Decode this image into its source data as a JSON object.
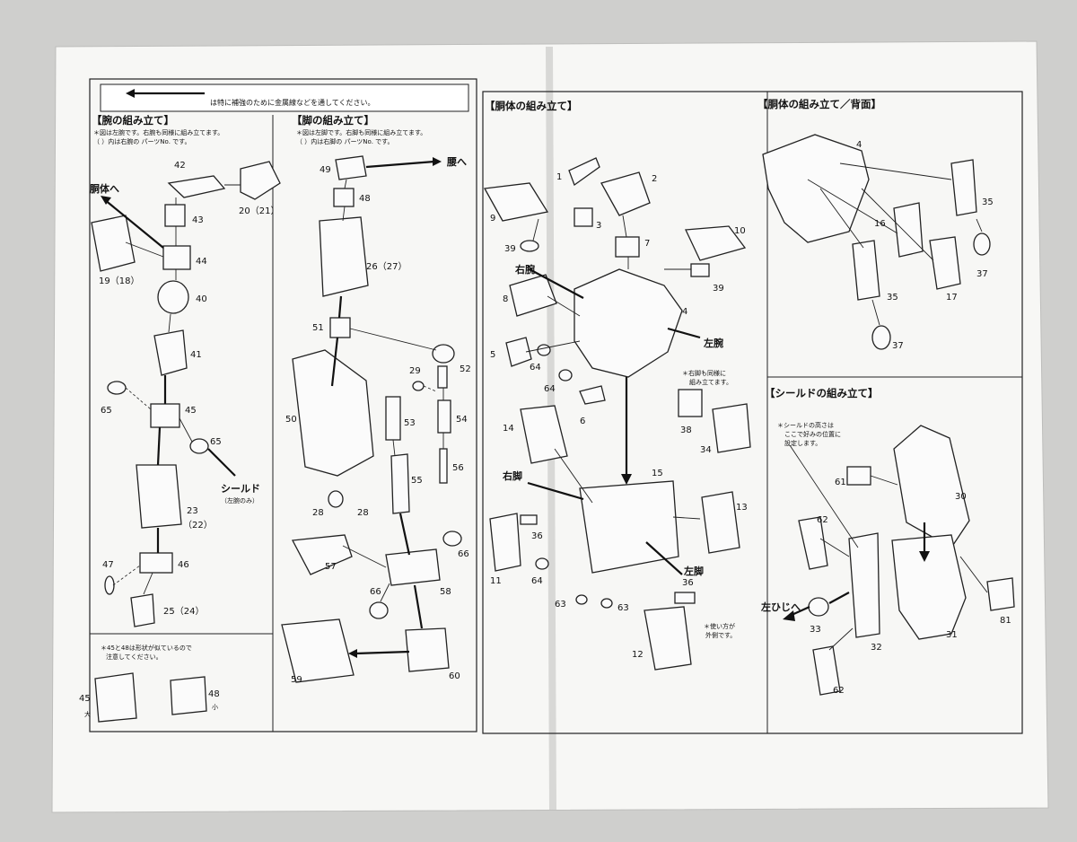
{
  "banner": "は特に補強のために金属線などを通してください。",
  "sections": {
    "arm": {
      "title": "【腕の組み立て】",
      "notes": [
        "＊図は左腕です。右腕も同様に組み立てます。",
        "（ ）内は右腕の パーツNo. です。"
      ],
      "labels": {
        "torso": "胴体へ",
        "shield": "シールド",
        "shield_sub": "（左腕のみ）"
      },
      "parts": {
        "p42": "42",
        "p43": "43",
        "p20": "20（21）",
        "p19": "19（18）",
        "p44": "44",
        "p40": "40",
        "p41": "41",
        "p65a": "65",
        "p45": "45",
        "p65b": "65",
        "p23": "23",
        "p22": "（22）",
        "p47": "47",
        "p46": "46",
        "p25": "25（24）"
      }
    },
    "caution": {
      "notes": [
        "＊45と48は形状が似ているので",
        "注意してください。"
      ],
      "items": [
        {
          "num": "45",
          "size": "大"
        },
        {
          "num": "48",
          "size": "小"
        }
      ]
    },
    "leg": {
      "title": "【脚の組み立て】",
      "notes": [
        "＊図は左脚です。右脚も同様に組み立てます。",
        "（ ）内は右脚の パーツNo. です。"
      ],
      "labels": {
        "waist": "腰へ"
      },
      "parts": {
        "p49": "49",
        "p48": "48",
        "p26": "26（27）",
        "p51": "51",
        "p52": "52",
        "p29": "29",
        "p50": "50",
        "p53": "53",
        "p54": "54",
        "p56": "56",
        "p55": "55",
        "p28a": "28",
        "p28b": "28",
        "p57": "57",
        "p66a": "66",
        "p66b": "66",
        "p58": "58",
        "p59": "59",
        "p60": "60"
      }
    },
    "torso": {
      "title": "【胴体の組み立て】",
      "labels": {
        "right_arm": "右腕",
        "left_arm": "左腕",
        "right_leg": "右脚",
        "left_leg": "左脚"
      },
      "notes_left": [
        "＊右脚も同様に",
        "組み立てます。"
      ],
      "notes_use": [
        "＊使い方が",
        "外側です。"
      ],
      "parts": {
        "p1": "1",
        "p2": "2",
        "p3": "3",
        "p9": "9",
        "p7": "7",
        "p10": "10",
        "p39a": "39",
        "p39b": "39",
        "p8": "8",
        "p4": "4",
        "p5": "5",
        "p64a": "64",
        "p64b": "64",
        "p6": "6",
        "p38": "38",
        "p34": "34",
        "p14": "14",
        "p15": "15",
        "p13": "13",
        "p36a": "36",
        "p11": "11",
        "p64c": "64",
        "p63a": "63",
        "p63b": "63",
        "p36b": "36",
        "p12": "12"
      }
    },
    "back": {
      "title": "【胴体の組み立て／背面】",
      "parts": {
        "p4": "4",
        "p35a": "35",
        "p16": "16",
        "p37a": "37",
        "p35b": "35",
        "p17": "17",
        "p37b": "37"
      }
    },
    "shield": {
      "title": "【シールドの組み立て】",
      "notes": [
        "＊シールドの高さは",
        "ここで好みの位置に",
        "設定します。"
      ],
      "labels": {
        "elbow": "左ひじへ"
      },
      "parts": {
        "p61": "61",
        "p30": "30",
        "p62a": "62",
        "p33": "33",
        "p32": "32",
        "p31": "31",
        "p81": "81",
        "p62b": "62"
      }
    }
  }
}
